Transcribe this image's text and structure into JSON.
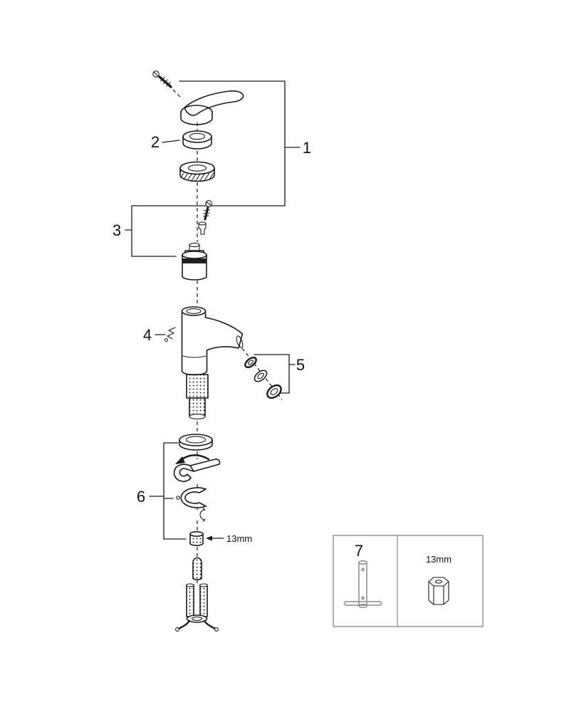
{
  "callouts": {
    "n1": "1",
    "n2": "2",
    "n3": "3",
    "n4": "4",
    "n5": "5",
    "n6": "6",
    "n7": "7"
  },
  "labels": {
    "nut_size": "13mm",
    "tool_size": "13mm"
  },
  "colors": {
    "line": "#1a1a1a",
    "box_border": "#9b9b9b",
    "tool_gray": "#8a8a8a",
    "background": "#ffffff"
  }
}
